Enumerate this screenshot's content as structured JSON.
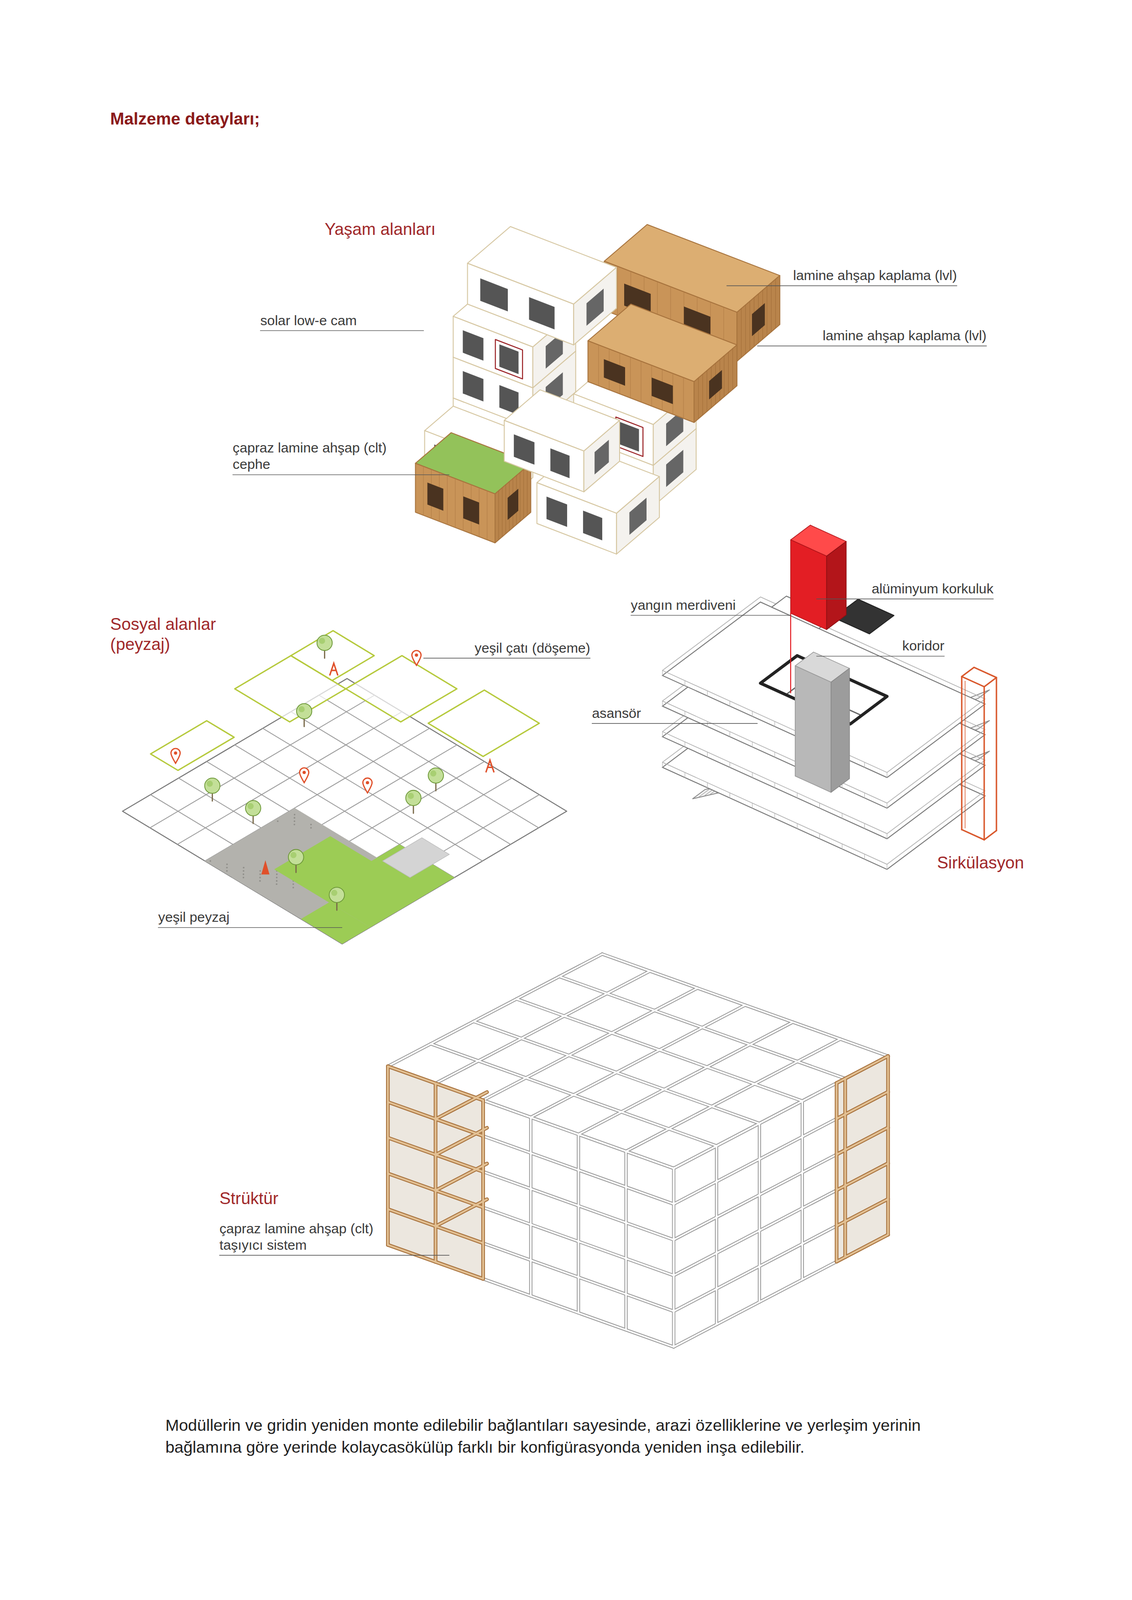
{
  "diagram": {
    "title": "Malzeme detayları;",
    "caption": "Modüllerin ve gridin yeniden monte edilebilir bağlantıları sayesinde, arazi özelliklerine ve yerleşim yerinin bağlamına göre yerinde kolaycasökülüp farklı bir konfigürasyonda yeniden inşa edilebilir.",
    "labels": [
      "Yaşam alanları",
      "solar low-e cam",
      "lamine ahşap kaplama (lvl)",
      "lamine ahşap kaplama (lvl)",
      "çapraz lamine ahşap (clt) cephe",
      "Sosyal alanlar (peyzaj)",
      "yeşil çatı (döşeme)",
      "yeşil peyzaj",
      "yangın merdiveni",
      "alüminyum korkuluk",
      "koridor",
      "asansör",
      "Sirkülasyon",
      "Strüktür",
      "çapraz lamine ahşap (clt) taşıyıcı sistem"
    ]
  }
}
